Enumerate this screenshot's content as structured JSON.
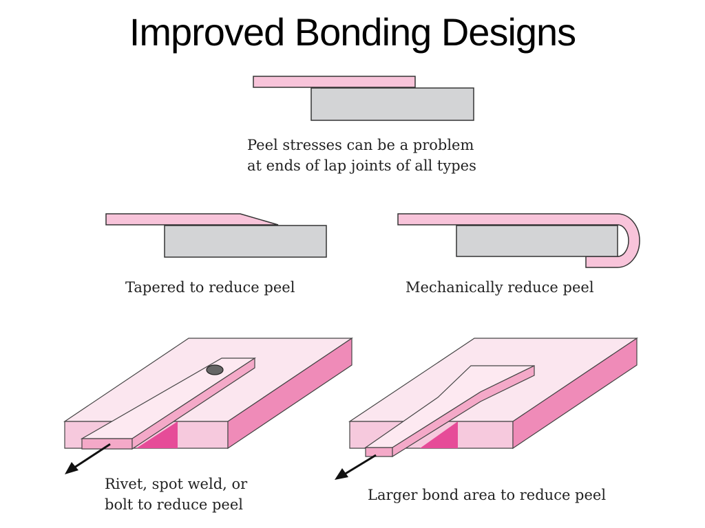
{
  "title": "Improved Bonding Designs",
  "captions": {
    "lap_joint": "Peel stresses can be a problem\nat ends of lap joints of all types",
    "tapered": "Tapered to reduce peel",
    "mechanical": "Mechanically reduce peel",
    "rivet": "Rivet, spot weld, or\nbolt to reduce peel",
    "larger_area": "Larger bond area to reduce peel"
  },
  "colors": {
    "adherend_pink": "#f8c4da",
    "substrate_gray": "#d3d4d6",
    "plate_side": "#ef8bb8",
    "plate_top": "#fbe6ef"
  }
}
